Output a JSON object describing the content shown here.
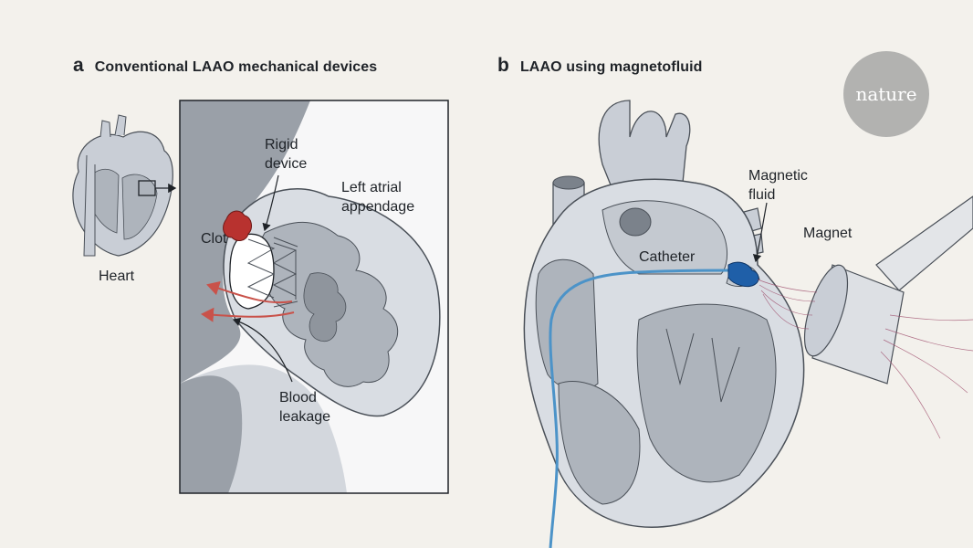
{
  "panels": {
    "a": {
      "letter": "a",
      "title": "Conventional LAAO mechanical devices"
    },
    "b": {
      "letter": "b",
      "title": "LAAO  using magnetofluid"
    }
  },
  "badge": {
    "text": "nature"
  },
  "labels": {
    "heart": "Heart",
    "rigid_device": "Rigid device",
    "left_atrial_appendage": "Left atrial appendage",
    "clot": "Clot",
    "blood_leakage": "Blood leakage",
    "catheter": "Catheter",
    "magnetic_fluid": "Magnetic fluid",
    "magnet": "Magnet"
  },
  "colors": {
    "background": "#f3f1ec",
    "tissue_dark": "#9aa0a8",
    "tissue_light": "#d9dde3",
    "clot": "#b8322f",
    "blood_flow": "#c9524a",
    "catheter": "#4c93c8",
    "magnetic_fluid": "#1f5fa8",
    "field_lines": "#a0506e"
  }
}
